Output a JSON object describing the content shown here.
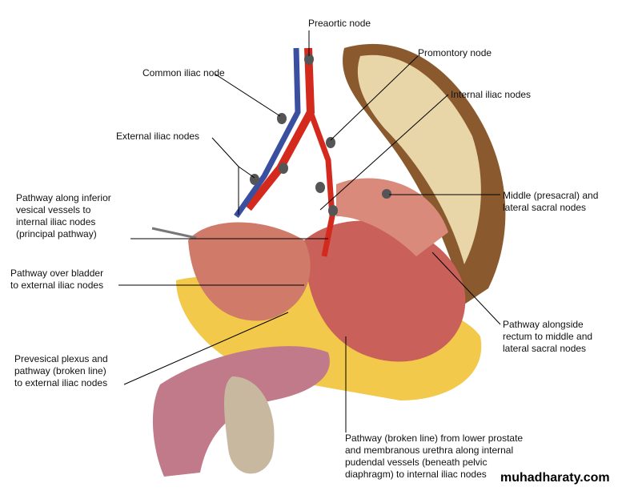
{
  "labels": {
    "preaortic_node": "Preaortic node",
    "promontory_node": "Promontory node",
    "common_iliac_node": "Common iliac node",
    "internal_iliac_nodes": "Internal iliac nodes",
    "external_iliac_nodes": "External iliac nodes",
    "inferior_vesical_pathway": "Pathway along inferior\nvesical vessels to\ninternal iliac nodes\n(principal pathway)",
    "middle_lateral_sacral_nodes": "Middle (presacral) and\nlateral sacral nodes",
    "over_bladder_pathway": "Pathway over bladder\nto external iliac nodes",
    "alongside_rectum_pathway": "Pathway alongside\nrectum to middle and\nlateral sacral nodes",
    "prevesical_plexus": "Prevesical plexus and\npathway (broken line)\nto external iliac nodes",
    "lower_prostate_pathway": "Pathway (broken line) from lower prostate\nand membranous urethra along internal\npudendal vessels (beneath pelvic\ndiaphragm) to internal iliac nodes"
  },
  "watermark": "muhadharaty.com",
  "colors": {
    "artery": "#d42a1e",
    "vein": "#3a4fa0",
    "muscle": "#c9615a",
    "fat": "#f2c94a",
    "bone": "#e8d6a8",
    "node": "#555555"
  }
}
